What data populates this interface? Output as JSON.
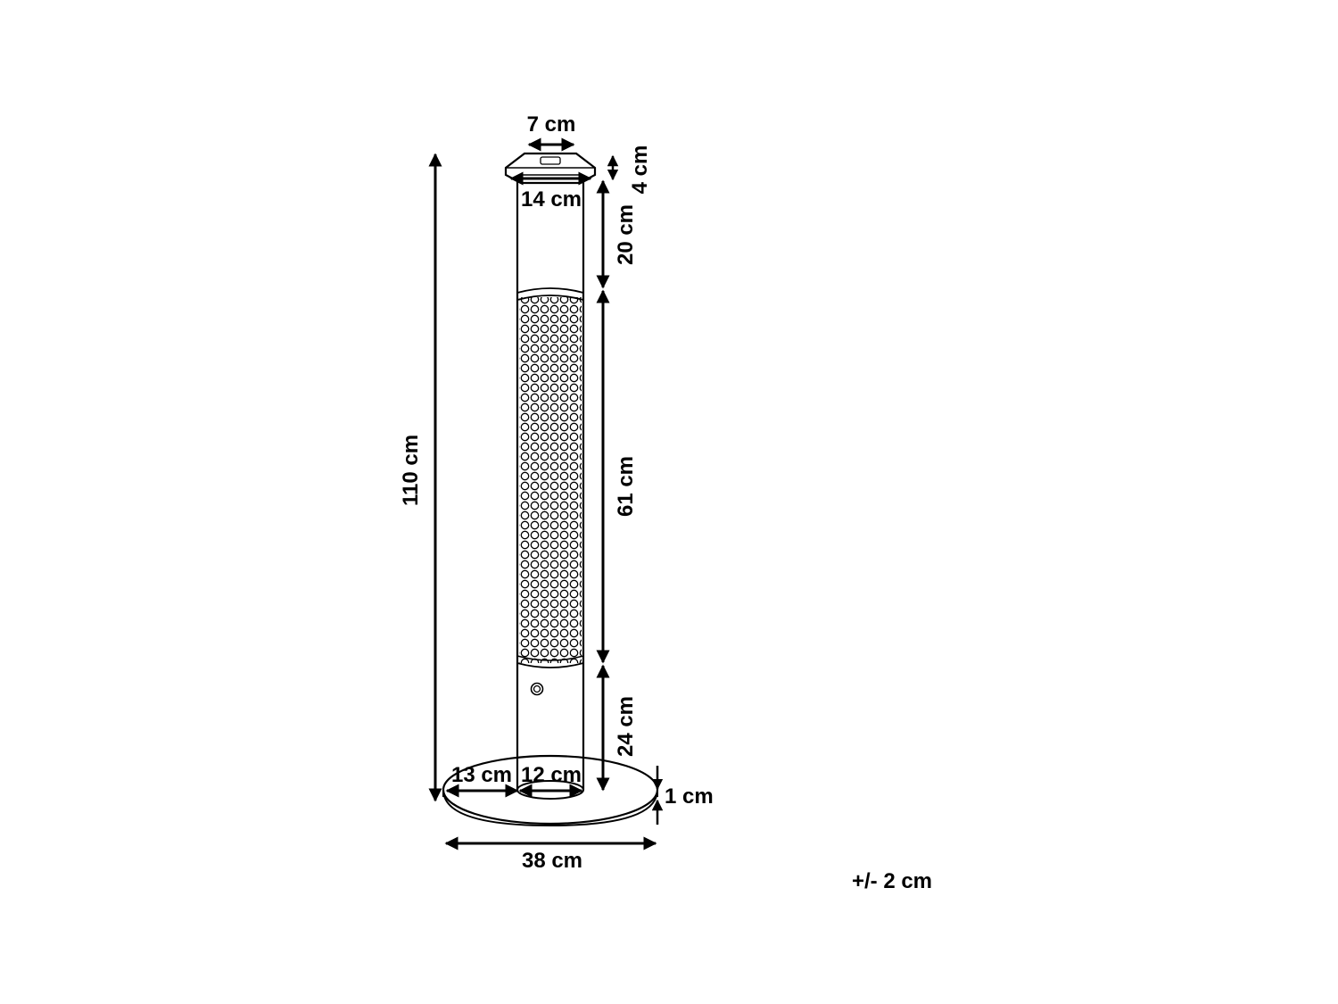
{
  "dimensions": {
    "top_width": "7 cm",
    "cap_height": "4 cm",
    "cap_width": "14 cm",
    "top_section_height": "20 cm",
    "total_height": "110 cm",
    "heating_section_height": "61 cm",
    "bottom_section_height": "24 cm",
    "base_offset": "13 cm",
    "column_width": "12 cm",
    "base_thickness": "1 cm",
    "base_diameter": "38 cm"
  },
  "tolerance": "+/- 2 cm"
}
